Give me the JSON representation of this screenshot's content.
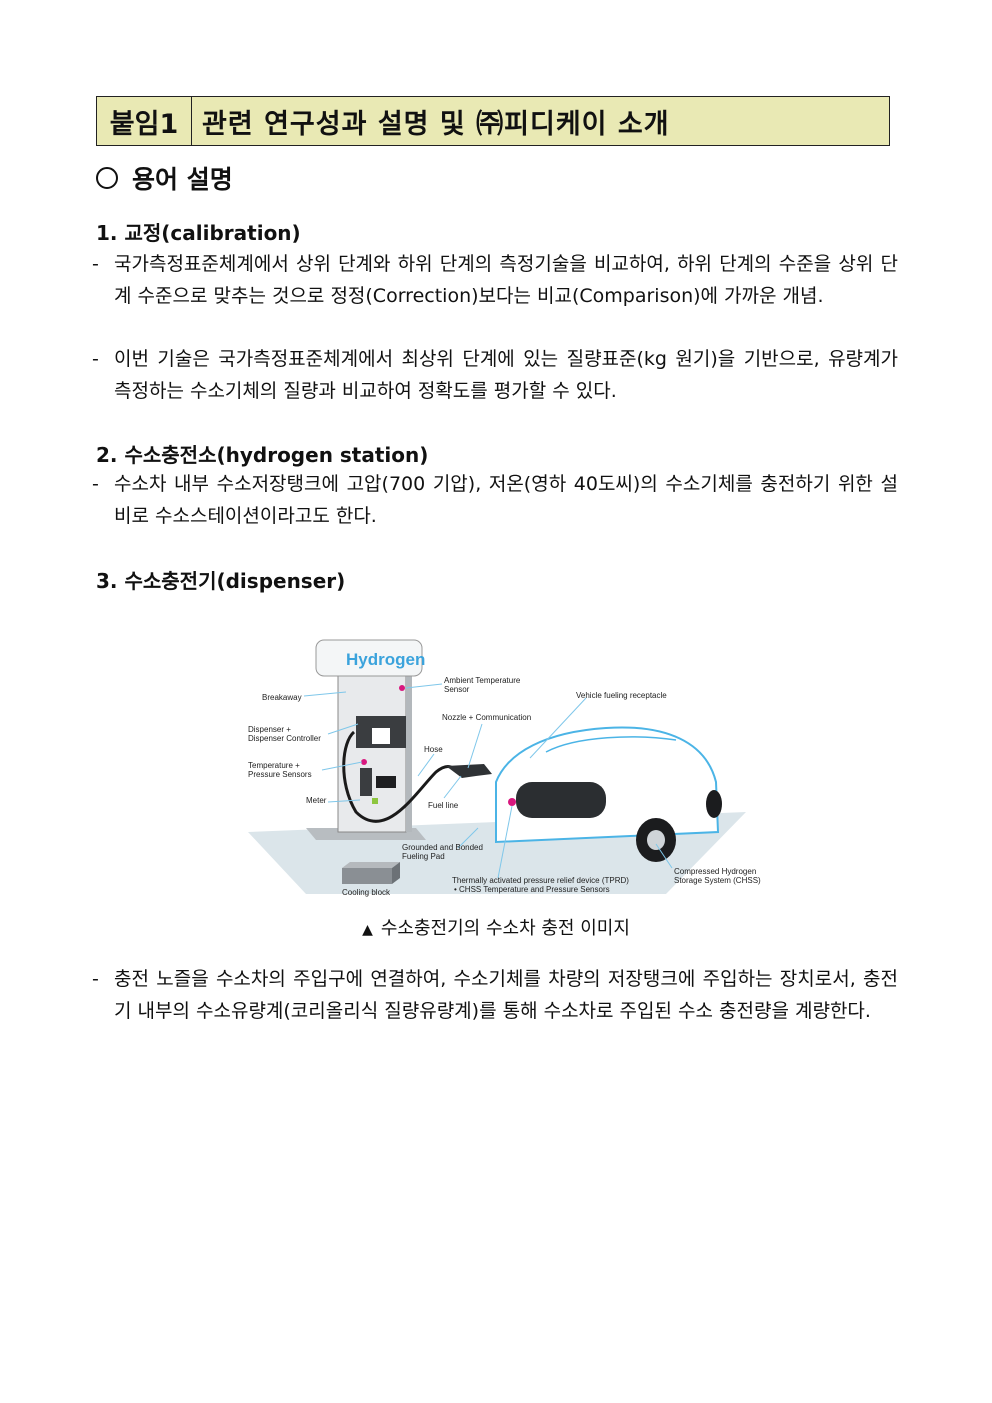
{
  "header": {
    "tag": "붙임1",
    "title": "관련 연구성과 설명 및 ㈜피디케이 소개"
  },
  "section": {
    "heading": "용어 설명"
  },
  "terms": [
    {
      "title": "1. 교정(calibration)",
      "bullets": [
        "국가측정표준체계에서 상위 단계와 하위 단계의 측정기술을 비교하여, 하위 단계의 수준을 상위 단계 수준으로 맞추는 것으로 정정(Correction)보다는 비교(Comparison)에 가까운 개념.",
        "이번 기술은 국가측정표준체계에서 최상위 단계에 있는 질량표준(kg 원기)을 기반으로, 유량계가 측정하는 수소기체의 질량과 비교하여 정확도를 평가할 수 있다."
      ]
    },
    {
      "title": "2. 수소충전소(hydrogen station)",
      "bullets": [
        "수소차 내부 수소저장탱크에 고압(700 기압), 저온(영하 40도씨)의 수소기체를 충전하기 위한 설비로 수소스테이션이라고도 한다."
      ]
    },
    {
      "title": "3. 수소충전기(dispenser)",
      "bullets": [
        "충전 노즐을 수소차의 주입구에 연결하여, 수소기체를 차량의 저장탱크에 주입하는 장치로서, 충전기 내부의 수소유량계(코리올리식 질량유량계)를 통해 수소차로 주입된 수소 충전량을 계량한다."
      ]
    }
  ],
  "figure": {
    "sign": "Hydrogen",
    "labels": {
      "breakaway": "Breakaway",
      "dispenser_1": "Dispenser +",
      "dispenser_2": "Dispenser Controller",
      "temp_1": "Temperature +",
      "temp_2": "Pressure Sensors",
      "meter": "Meter",
      "ambient_1": "Ambient Temperature",
      "ambient_2": "Sensor",
      "nozzle": "Nozzle + Communication",
      "hose": "Hose",
      "fuel_line": "Fuel line",
      "receptacle": "Vehicle fueling receptacle",
      "pad_1": "Grounded and Bonded",
      "pad_2": "Fueling Pad",
      "cooling": "Cooling block",
      "tprd": "Thermally activated pressure relief device (TPRD)",
      "chss_sensors": "• CHSS Temperature and Pressure Sensors",
      "chss_1": "Compressed Hydrogen",
      "chss_2": "Storage System (CHSS)"
    },
    "caption_marker": "▲",
    "caption": "수소충전기의 수소차 충전 이미지"
  }
}
